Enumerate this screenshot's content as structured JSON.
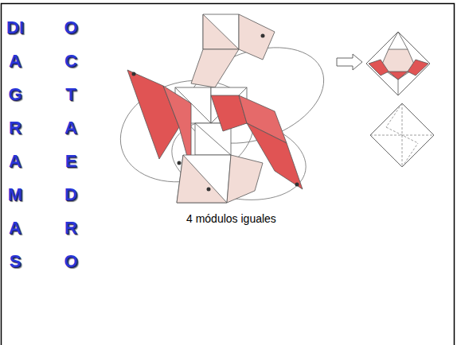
{
  "diagram": {
    "labels": [
      "DIAGRAMAS",
      "OCTAEDRO",
      "4 módulos iguales"
    ]
  }
}
